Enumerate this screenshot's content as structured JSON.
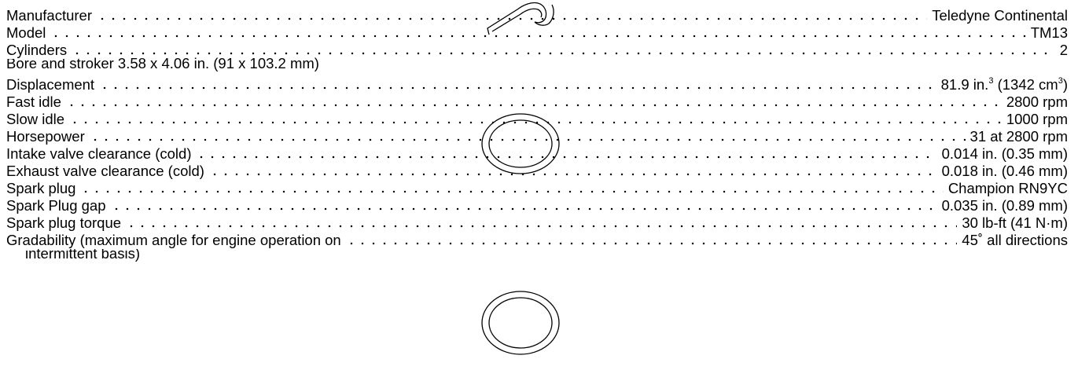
{
  "specs": [
    {
      "label": "Manufacturer",
      "value": "Teledyne Continental"
    },
    {
      "label": "Model",
      "value": "TM13"
    },
    {
      "label": "Cylinders",
      "value": "2"
    },
    {
      "label": "Bore and stroker 3.58 x 4.06 in. (91 x 103.2 mm)",
      "value": ""
    },
    {
      "label": "Displacement",
      "value_main": "81.9 in.",
      "value_sup": "3",
      "value_mid": " (1342 cm",
      "value_sup2": "3",
      "value_end": ")"
    },
    {
      "label": "Fast idle",
      "value": "2800 rpm"
    },
    {
      "label": "Slow idle",
      "value": "1000 rpm"
    },
    {
      "label": "Horsepower",
      "value": "31 at 2800 rpm"
    },
    {
      "label": "Intake valve clearance (cold)",
      "value": "0.014 in. (0.35 mm)"
    },
    {
      "label": "Exhaust valve clearance (cold)",
      "value": "0.018 in. (0.46 mm)"
    },
    {
      "label": "Spark plug",
      "value": "Champion RN9YC"
    },
    {
      "label": "Spark Plug gap",
      "value": "0.035 in. (0.89 mm)"
    },
    {
      "label": "Spark plug torque",
      "value": "30 lb-ft (41 N·m)"
    },
    {
      "label": "Gradability (maximum angle for engine operation on",
      "label_cont": "intermittent basis)",
      "value": "45˚ all directions"
    }
  ]
}
